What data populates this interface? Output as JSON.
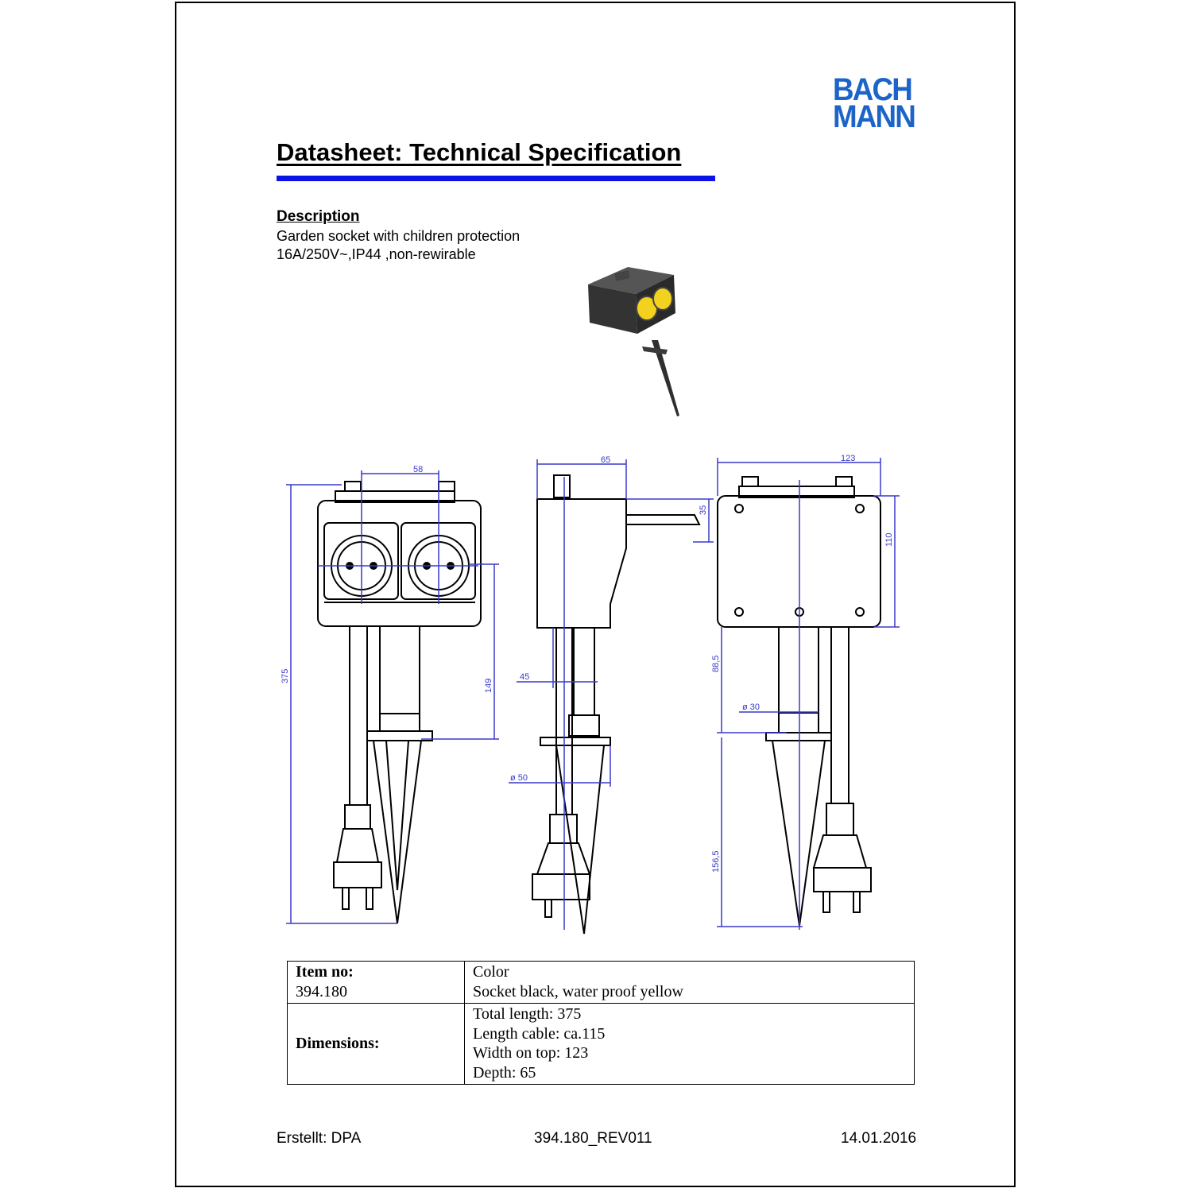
{
  "logo": {
    "line1": "BACH",
    "line2": "MANN",
    "color": "#1c64c8"
  },
  "header": {
    "title": "Datasheet: Technical Specification",
    "bar_color": "#0a14e6"
  },
  "description": {
    "heading": "Description",
    "line1": "Garden socket with children protection",
    "line2": "16A/250V~,IP44 ,non-rewirable"
  },
  "photo": {
    "socket_color": "#2a2a2a",
    "cover_color": "#f2d21e"
  },
  "drawing": {
    "dim_color": "#3a3acc",
    "front": {
      "width_top": "58",
      "total_height": "375",
      "socket_to_plate": "149"
    },
    "side": {
      "depth": "65",
      "cover_offset": "35",
      "cable_offset": "45",
      "spike_diameter": "ø 50"
    },
    "back": {
      "width": "123",
      "box_height": "110",
      "stem_length": "88,5",
      "stem_diameter": "ø 30",
      "spike_length": "156,5"
    }
  },
  "spec_table": {
    "item_label": "Item no:",
    "item_value": "394.180",
    "color_label": "Color",
    "color_value": "Socket black, water proof yellow",
    "dimensions_label": "Dimensions:",
    "dimensions": [
      "Total length: 375",
      "Length cable: ca.115",
      "Width on top: 123",
      "Depth: 65"
    ]
  },
  "footer": {
    "author": "Erstellt: DPA",
    "document_id": "394.180_REV011",
    "date": "14.01.2016"
  }
}
